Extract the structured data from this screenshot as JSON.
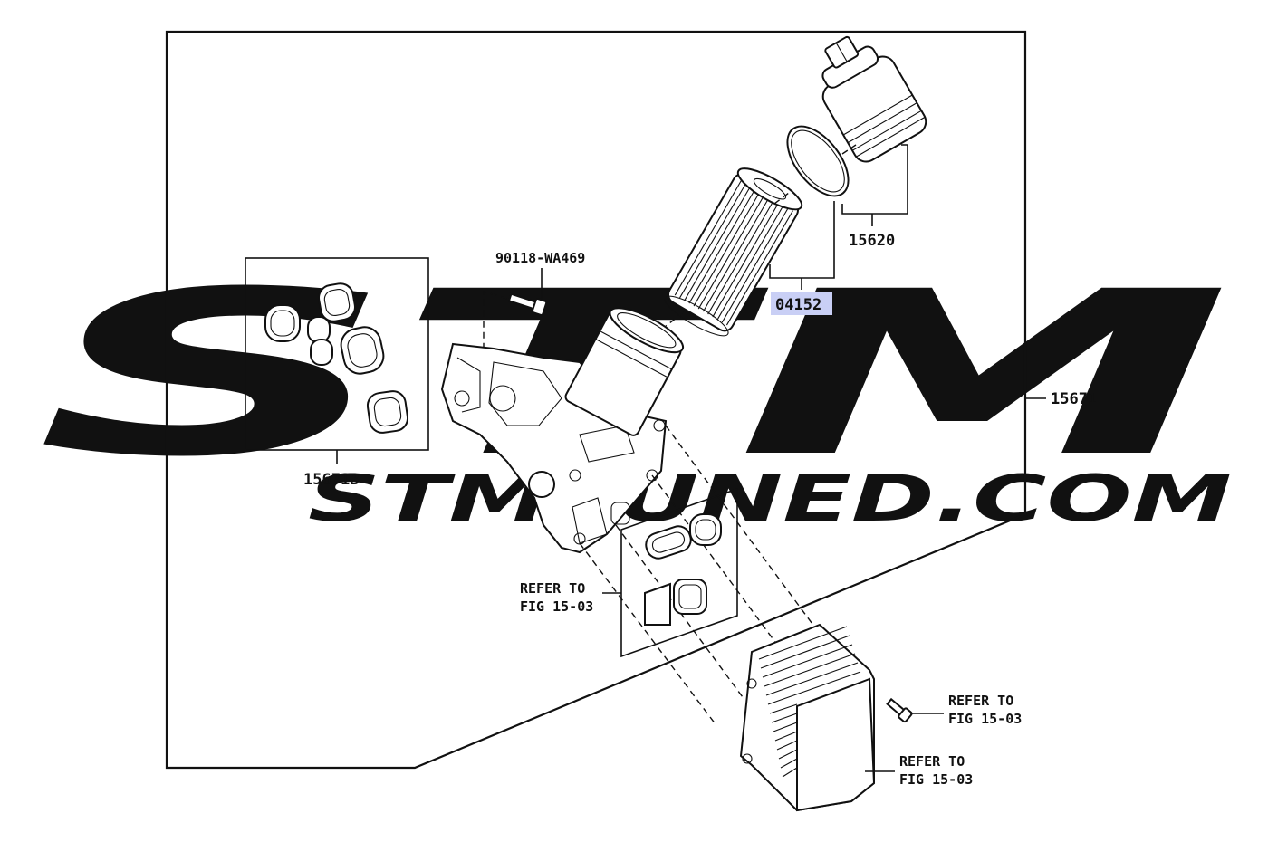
{
  "watermark": {
    "text": "STMTUNED.COM",
    "big_letters": "STM"
  },
  "labels": {
    "assembly": "15671",
    "gasket_kit": "15671B",
    "bolt": "90118-WA469",
    "cap": "15620",
    "filter_element": "04152"
  },
  "refers": {
    "gasket_plate": [
      "REFER TO",
      "FIG 15-03"
    ],
    "bolt_right": [
      "REFER TO",
      "FIG 15-03"
    ],
    "oil_cooler": [
      "REFER TO",
      "FIG 15-03"
    ]
  },
  "colors": {
    "line": "#111111",
    "highlight": "#c9cff5",
    "watermark": "#eeeeee"
  }
}
